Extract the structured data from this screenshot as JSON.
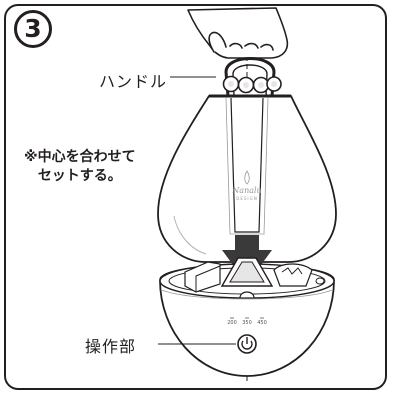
{
  "step": {
    "number": "3"
  },
  "labels": {
    "handle": "ハンドル",
    "note_line1": "※中心を合わせて",
    "note_line2": "セットする。",
    "control_panel": "操作部"
  },
  "product": {
    "brand_name": "Nanalu",
    "brand_sub": "DESIGN",
    "scale_left": "200",
    "scale_mid": "350",
    "scale_right": "450"
  },
  "colors": {
    "line": "#231f20",
    "arrow": "#3a3a3a",
    "shade": "#e6e6e6",
    "background": "#ffffff"
  },
  "icons": {
    "step_marker": "circled-number-icon",
    "direction": "down-arrow-icon",
    "power": "power-button-icon",
    "hand": "hand-icon"
  }
}
